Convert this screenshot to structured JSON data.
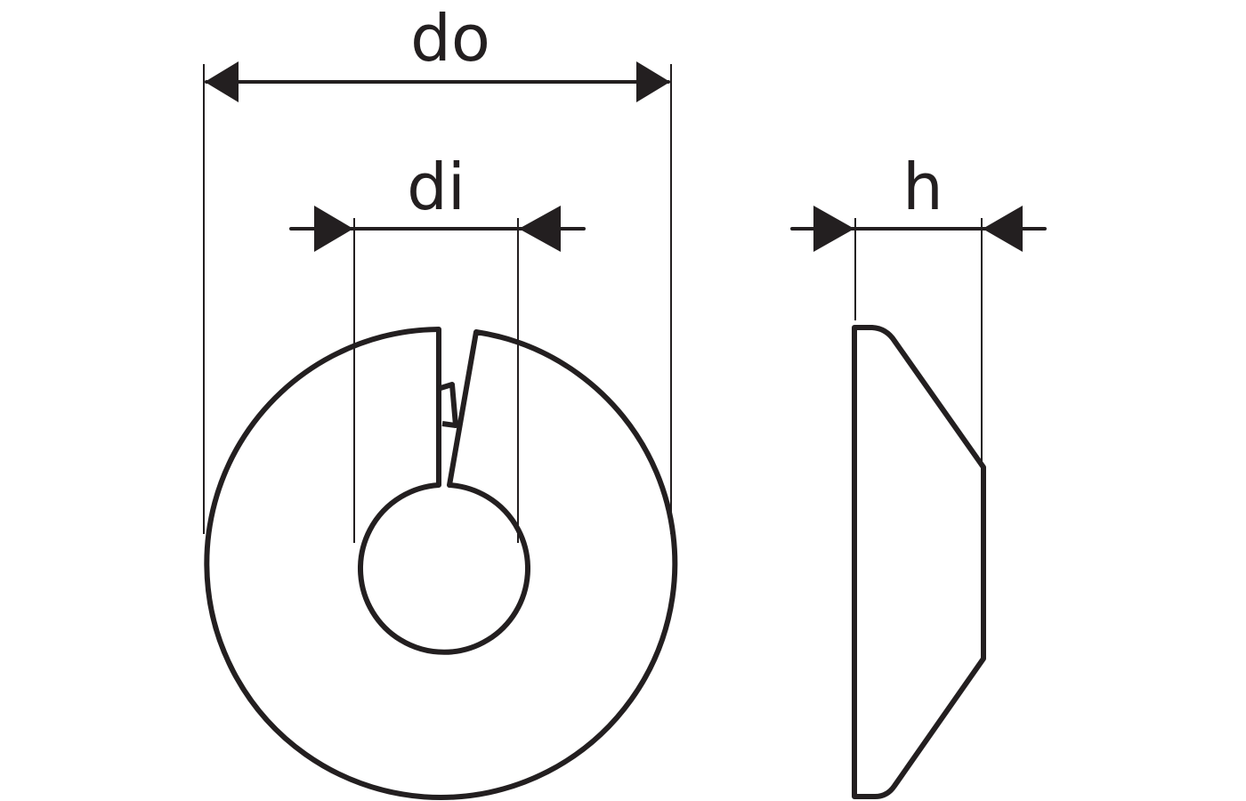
{
  "labels": {
    "outer_diameter": "do",
    "inner_diameter": "di",
    "height": "h"
  },
  "colors": {
    "line": "#231f20",
    "background": "#ffffff"
  }
}
